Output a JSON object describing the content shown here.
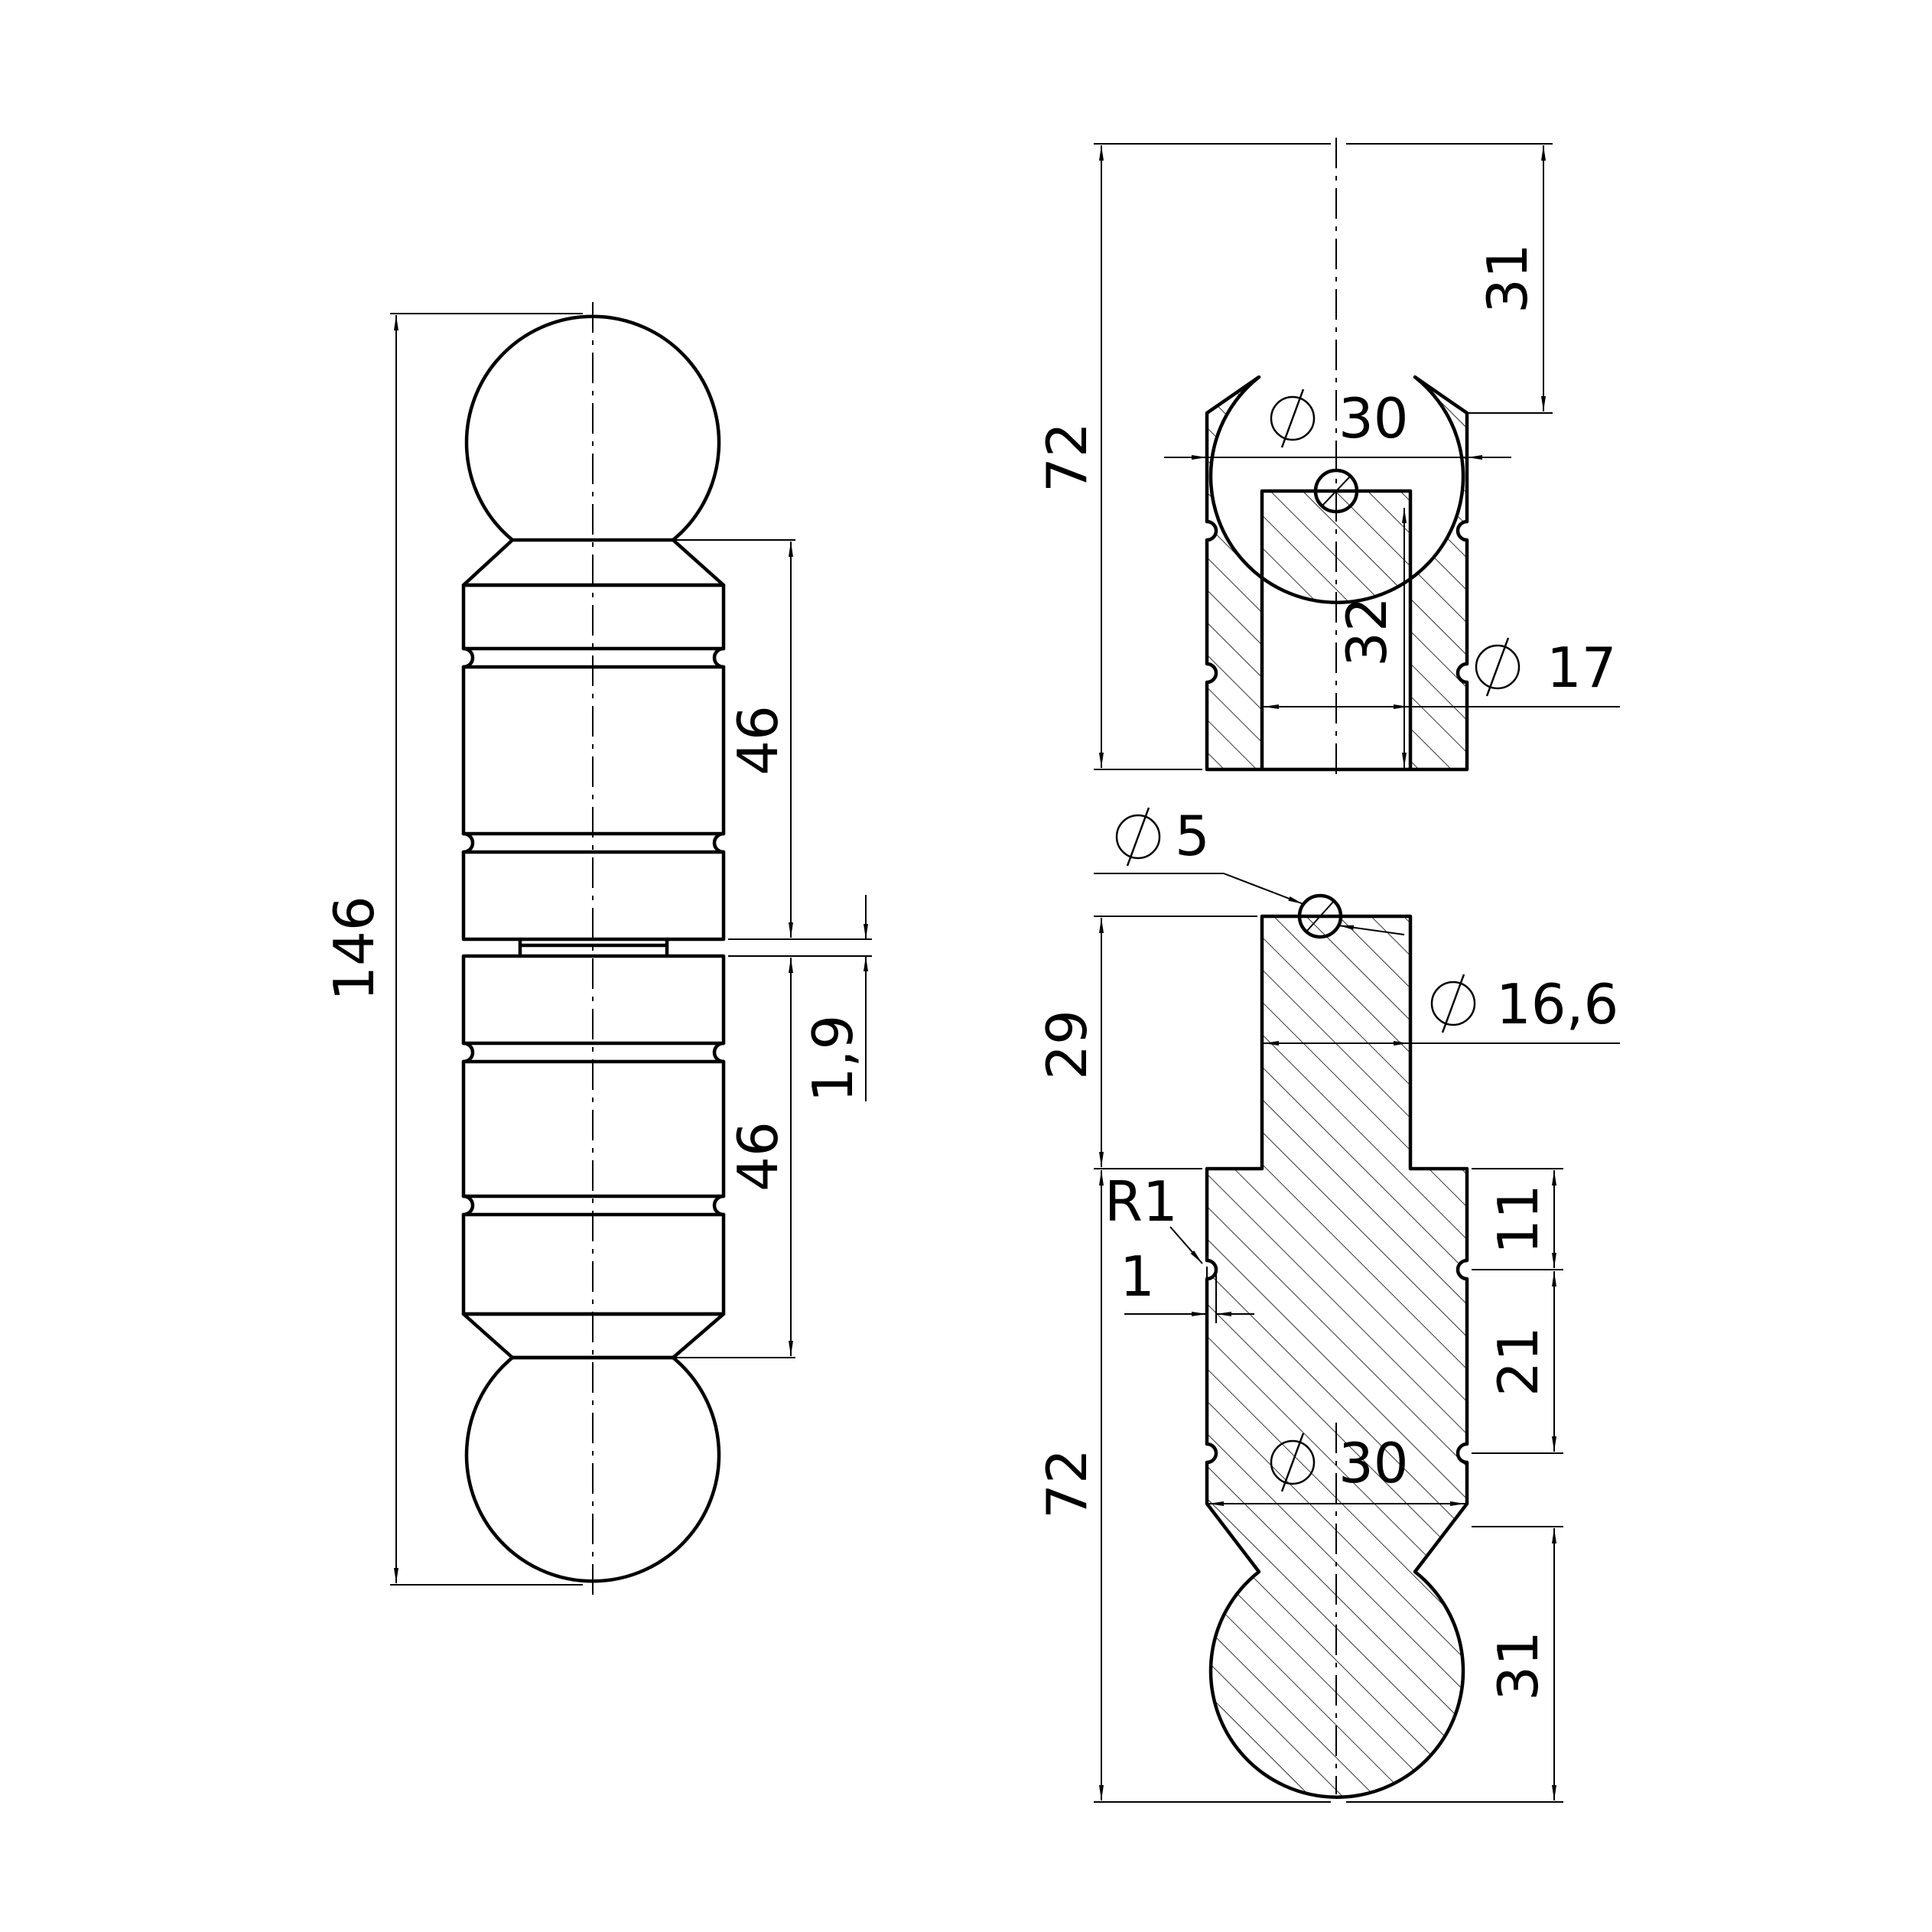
{
  "dimensions": {
    "front_total_length": "146",
    "front_upper_leaf": "46",
    "front_gap": "1,9",
    "front_lower_leaf": "46",
    "upper_length": "72",
    "upper_ball": "31",
    "upper_outer_diameter": "30",
    "upper_bore_depth": "32",
    "upper_bore_diameter": "17",
    "pin_diameter": "5",
    "pin_shaft_diameter": "16,6",
    "pin_shaft_length": "29",
    "groove_radius": "R1",
    "groove_depth": "1",
    "groove_spacing_1": "11",
    "groove_spacing_2": "21",
    "lower_outer_diameter": "30",
    "lower_length": "72",
    "lower_ball": "31"
  },
  "colors": {
    "line": "#000000",
    "background": "#ffffff"
  }
}
